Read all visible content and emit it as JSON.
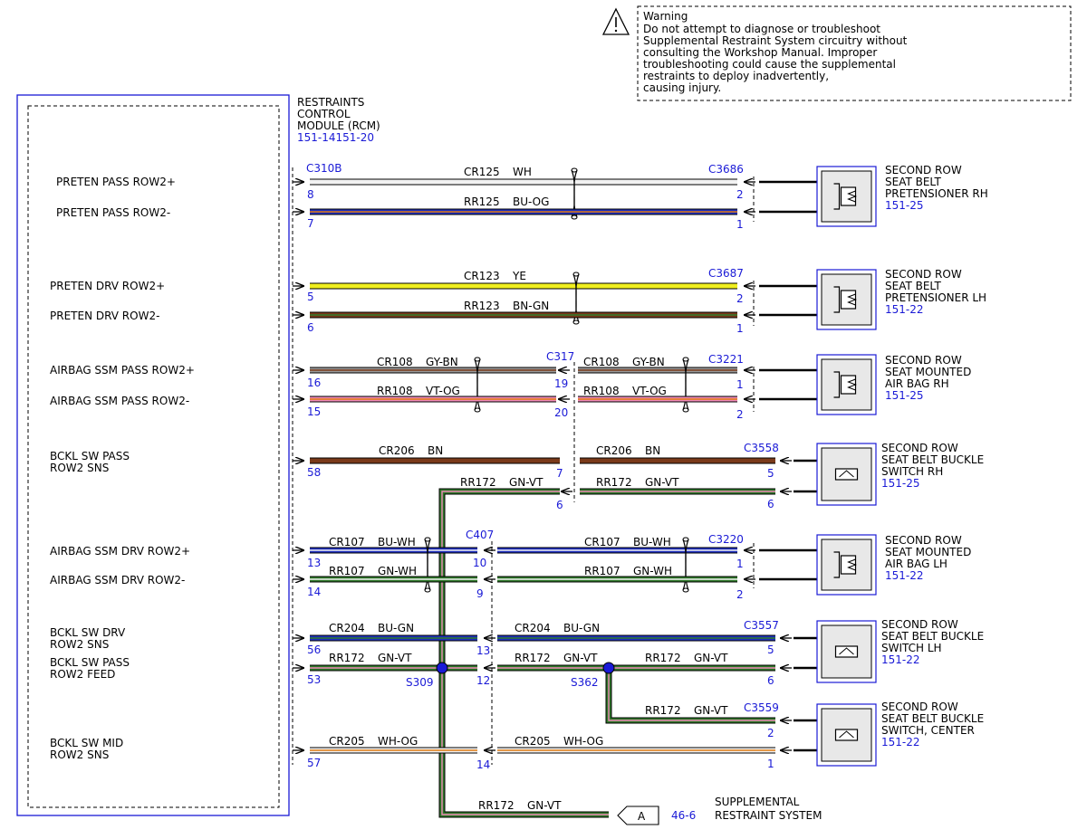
{
  "warning": {
    "lines": [
      "Warning",
      "Do not attempt to diagnose or troubleshoot",
      "Supplemental Restraint System circuitry without",
      "consulting the Workshop Manual. Improper",
      "troubleshooting could cause the supplemental",
      "restraints to deploy inadvertently,",
      "causing injury."
    ]
  },
  "module": {
    "name_lines": [
      "RESTRAINTS",
      "CONTROL",
      "MODULE (RCM)"
    ],
    "ref": "151-14151-20",
    "connector": "C310B",
    "pins": [
      {
        "label": "PRETEN PASS ROW2+",
        "pin": "8"
      },
      {
        "label": "PRETEN PASS ROW2-",
        "pin": "7"
      },
      {
        "label": "PRETEN DRV ROW2+",
        "pin": "5"
      },
      {
        "label": "PRETEN DRV ROW2-",
        "pin": "6"
      },
      {
        "label": "AIRBAG SSM PASS ROW2+",
        "pin": "16"
      },
      {
        "label": "AIRBAG SSM PASS ROW2-",
        "pin": "15"
      },
      {
        "label": "BCKL SW PASS\nROW2 SNS",
        "pin": "58"
      },
      {
        "label": "AIRBAG SSM DRV ROW2+",
        "pin": "13"
      },
      {
        "label": "AIRBAG SSM DRV ROW2-",
        "pin": "14"
      },
      {
        "label": "BCKL SW DRV\nROW2 SNS",
        "pin": "56"
      },
      {
        "label": "BCKL SW PASS\nROW2 FEED",
        "pin": "53"
      },
      {
        "label": "BCKL SW MID\nROW2 SNS",
        "pin": "57"
      }
    ]
  },
  "components": [
    {
      "name_lines": [
        "SECOND ROW",
        "SEAT BELT",
        "PRETENSIONER RH"
      ],
      "ref": "151-25",
      "connector": "C3686",
      "pins": [
        "2",
        "1"
      ]
    },
    {
      "name_lines": [
        "SECOND ROW",
        "SEAT BELT",
        "PRETENSIONER LH"
      ],
      "ref": "151-22",
      "connector": "C3687",
      "pins": [
        "2",
        "1"
      ]
    },
    {
      "name_lines": [
        "SECOND ROW",
        "SEAT MOUNTED",
        "AIR BAG RH"
      ],
      "ref": "151-25",
      "connector": "C3221",
      "pins": [
        "1",
        "2"
      ]
    },
    {
      "name_lines": [
        "SECOND ROW",
        "SEAT BELT BUCKLE",
        "SWITCH RH"
      ],
      "ref": "151-25",
      "connector": "C3558",
      "pins": [
        "5",
        "6"
      ]
    },
    {
      "name_lines": [
        "SECOND ROW",
        "SEAT MOUNTED",
        "AIR BAG LH"
      ],
      "ref": "151-22",
      "connector": "C3220",
      "pins": [
        "1",
        "2"
      ]
    },
    {
      "name_lines": [
        "SECOND ROW",
        "SEAT BELT BUCKLE",
        "SWITCH LH"
      ],
      "ref": "151-22",
      "connector": "C3557",
      "pins": [
        "5",
        "6"
      ]
    },
    {
      "name_lines": [
        "SECOND ROW",
        "SEAT BELT BUCKLE",
        "SWITCH, CENTER"
      ],
      "ref": "151-22",
      "connector": "C3559",
      "pins": [
        "2",
        "1"
      ]
    }
  ],
  "inline_connectors": {
    "c317": {
      "name": "C317",
      "pins": [
        "19",
        "20",
        "7",
        "6"
      ]
    },
    "c407": {
      "name": "C407",
      "pins": [
        "10",
        "9",
        "13",
        "12",
        "14"
      ]
    }
  },
  "wires": {
    "cr125": {
      "circuit": "CR125",
      "color": "WH"
    },
    "rr125": {
      "circuit": "RR125",
      "color": "BU-OG"
    },
    "cr123": {
      "circuit": "CR123",
      "color": "YE"
    },
    "rr123": {
      "circuit": "RR123",
      "color": "BN-GN"
    },
    "cr108": {
      "circuit": "CR108",
      "color": "GY-BN"
    },
    "rr108": {
      "circuit": "RR108",
      "color": "VT-OG"
    },
    "cr206": {
      "circuit": "CR206",
      "color": "BN"
    },
    "rr172": {
      "circuit": "RR172",
      "color": "GN-VT"
    },
    "cr107": {
      "circuit": "CR107",
      "color": "BU-WH"
    },
    "rr107": {
      "circuit": "RR107",
      "color": "GN-WH"
    },
    "cr204": {
      "circuit": "CR204",
      "color": "BU-GN"
    },
    "cr205": {
      "circuit": "CR205",
      "color": "WH-OG"
    }
  },
  "splices": {
    "s309": "S309",
    "s362": "S362"
  },
  "reference": {
    "letter": "A",
    "page": "46-6",
    "lines": [
      "SUPPLEMENTAL",
      "RESTRAINT SYSTEM"
    ]
  },
  "colors": {
    "WH": "#f2f2f2",
    "BU": "#1f2fbf",
    "OG": "#e07a10",
    "YE": "#f0ef1e",
    "BN": "#7a3a1a",
    "GN": "#2f7a2a",
    "GY": "#9a9a9a",
    "VT": "#f08ab8",
    "connector_blue": "#1a1ad6",
    "splice": "#1a1ad6"
  }
}
